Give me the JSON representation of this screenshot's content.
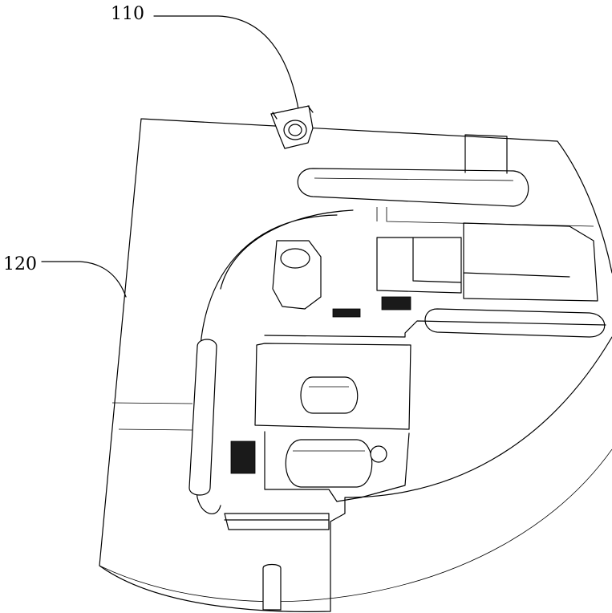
{
  "labels": [
    {
      "id": "110",
      "text": "110"
    },
    {
      "id": "120",
      "text": "120"
    }
  ],
  "colors": {
    "line": "#000000",
    "background": "#ffffff"
  }
}
